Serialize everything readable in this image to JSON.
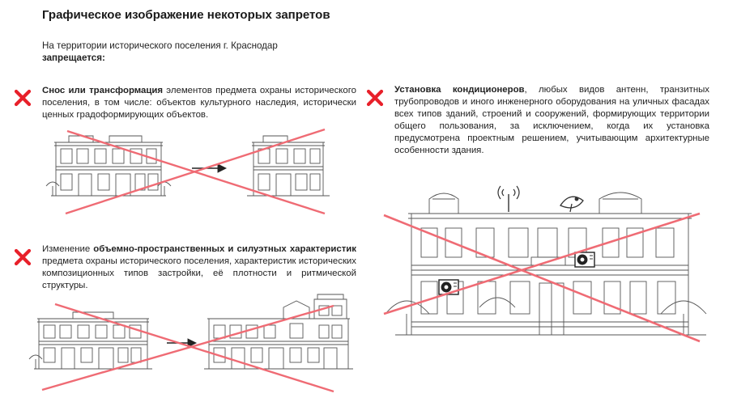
{
  "title": "Графическое изображение некоторых запретов",
  "intro": {
    "text": "На территории исторического поселения г. Краснодар",
    "bold": "запрещается:"
  },
  "items": [
    {
      "bold": "Снос или трансформация",
      "text": " элементов предмета охраны исторического поселения, в том числе: объектов культурного наследия, исторически ценных градоформирующих объектов."
    },
    {
      "prefix": "Изменение ",
      "bold": "объемно-пространственных и силуэтных характеристик",
      "text": " предмета охраны исторического поселения, характеристик исторических композиционных типов застройки, её плотности и ритмической структуры."
    },
    {
      "bold": "Установка кондиционеров",
      "text": ", любых видов антенн, транзитных трубопроводов и иного инженерного оборудования на уличных фасадах всех типов зданий, строений и сооружений, формирующих территории общего пользования, за исключением, когда их установка предусмотрена проектным решением, учитывающим архитектурные особенности здания."
    }
  ],
  "colors": {
    "cross": "#e8202a",
    "strike": "#ef6b74",
    "line": "#555555"
  },
  "icons": [
    "cross-icon",
    "arrow-icon",
    "antenna-icon",
    "satellite-dish-icon",
    "air-conditioner-icon"
  ]
}
